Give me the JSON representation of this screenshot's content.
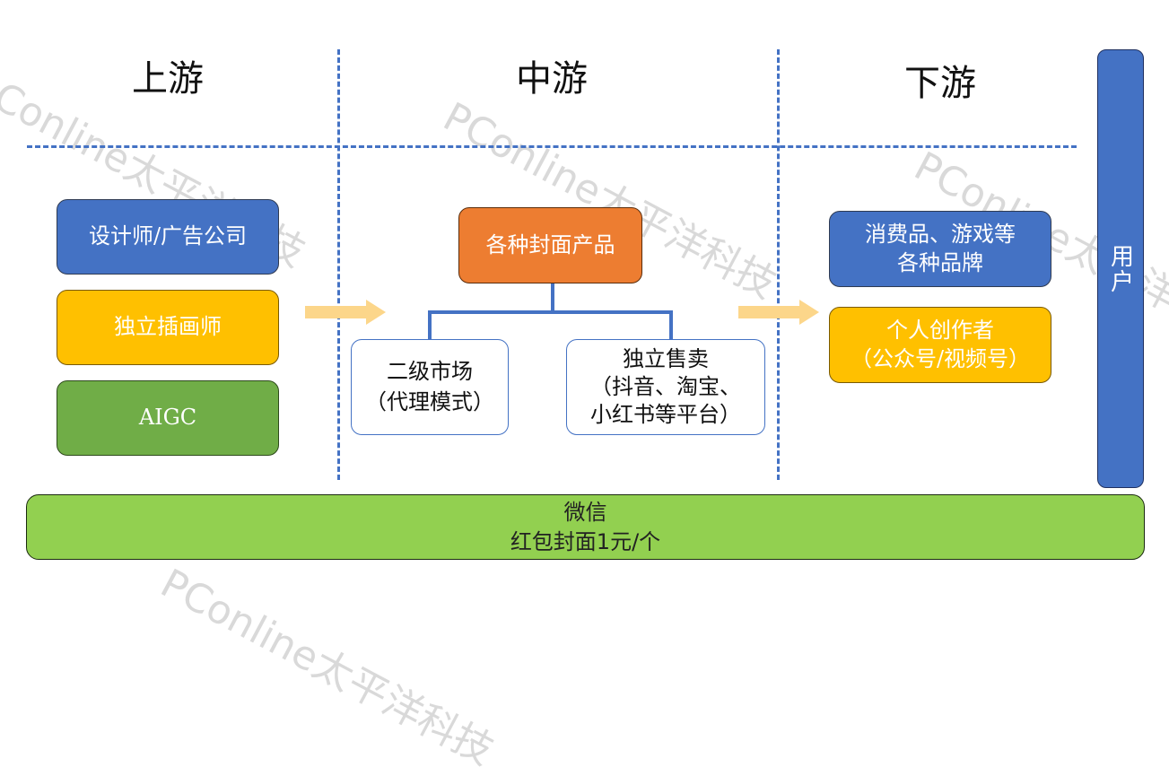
{
  "sections": {
    "upstream": {
      "title": "上游"
    },
    "midstream": {
      "title": "中游"
    },
    "downstream": {
      "title": "下游"
    }
  },
  "upstream_boxes": [
    {
      "label": "设计师/广告公司",
      "color": "#4472c4"
    },
    {
      "label": "独立插画师",
      "color": "#ffc000"
    },
    {
      "label": "AIGC",
      "color": "#70ad47"
    }
  ],
  "midstream": {
    "root": {
      "label": "各种封面产品",
      "color": "#ed7d31"
    },
    "children": [
      {
        "line1": "二级市场",
        "line2": "（代理模式）",
        "line3": ""
      },
      {
        "line1": "独立售卖",
        "line2": "（抖音、淘宝、",
        "line3": "小红书等平台）"
      }
    ]
  },
  "downstream_boxes": [
    {
      "line1": "消费品、游戏等",
      "line2": "各种品牌",
      "color": "#4472c4"
    },
    {
      "line1": "个人创作者",
      "line2": "（公众号/视频号）",
      "color": "#ffc000"
    }
  ],
  "user_bar": {
    "label": "用户"
  },
  "bottom_bar": {
    "line1": "微信",
    "line2": "红包封面1元/个"
  },
  "watermark": {
    "text": "PConline太平洋科技"
  },
  "colors": {
    "divider": "#4472c4",
    "arrow": "#fcd68a",
    "bottom": "#92d050"
  }
}
